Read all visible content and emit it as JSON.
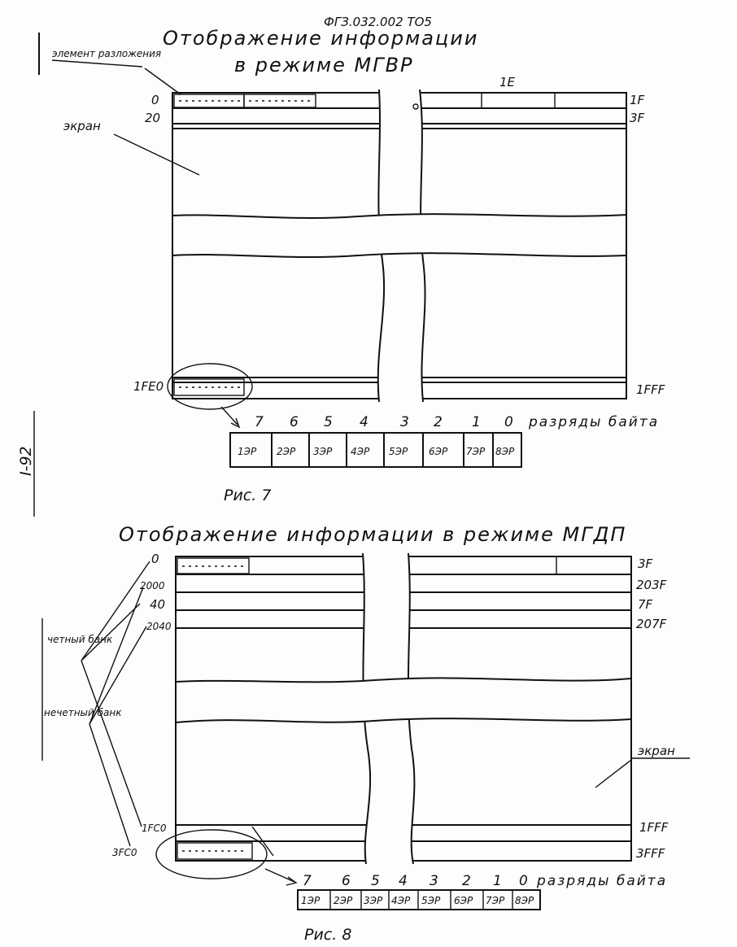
{
  "document": {
    "header_code": "ФГЗ.032.002 ТО5",
    "margin_note": "I-92"
  },
  "fig7": {
    "title_line1": "Отображение информации",
    "title_line2": "в режиме МГВР",
    "label_element": "элемент разложения",
    "label_screen": "экран",
    "addr_left": [
      "0",
      "20",
      "1FE0"
    ],
    "addr_right": [
      "1F",
      "3F",
      "1FFF"
    ],
    "addr_top": "1E",
    "bit_header": [
      "7",
      "6",
      "5",
      "4",
      "3",
      "2",
      "1",
      "0"
    ],
    "bit_header_suffix": "разряды байта",
    "cells": [
      "1ЭР",
      "2ЭР",
      "3ЭР",
      "4ЭР",
      "5ЭР",
      "6ЭР",
      "7ЭР",
      "8ЭР"
    ],
    "caption": "Рис. 7"
  },
  "fig8": {
    "title": "Отображение информации в режиме МГДП",
    "addr_left": [
      "0",
      "2000",
      "40",
      "2040",
      "1FC0",
      "3FC0"
    ],
    "addr_right": [
      "3F",
      "203F",
      "7F",
      "207F",
      "1FFF",
      "3FFF"
    ],
    "label_even_bank": "четный банк",
    "label_odd_bank": "нечетный банк",
    "label_screen": "экран",
    "bit_header": [
      "7",
      "6",
      "5",
      "4",
      "3",
      "2",
      "1",
      "0"
    ],
    "bit_header_suffix": "разряды байта",
    "cells": [
      "1ЭР",
      "2ЭР",
      "3ЭР",
      "4ЭР",
      "5ЭР",
      "6ЭР",
      "7ЭР",
      "8ЭР"
    ],
    "caption": "Рис. 8"
  }
}
